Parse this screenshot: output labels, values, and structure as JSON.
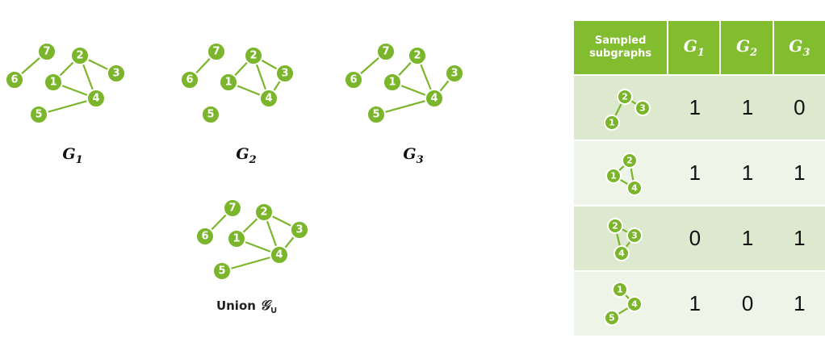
{
  "graphs": [
    {
      "label": "G",
      "sub": "1"
    },
    {
      "label": "G",
      "sub": "2"
    },
    {
      "label": "G",
      "sub": "3"
    }
  ],
  "union": {
    "prefix": "Union ",
    "symbol": "𝒢",
    "sub": "∪"
  },
  "node_labels": [
    "1",
    "2",
    "3",
    "4",
    "5",
    "6",
    "7"
  ],
  "table": {
    "header_line1": "Sampled",
    "header_line2": "subgraphs",
    "columns": [
      {
        "label": "G",
        "sub": "1"
      },
      {
        "label": "G",
        "sub": "2"
      },
      {
        "label": "G",
        "sub": "3"
      }
    ],
    "rows": [
      {
        "subgraph": "1-2-3 path",
        "nodes": [
          "2",
          "3",
          "1"
        ],
        "values": [
          "1",
          "1",
          "0"
        ]
      },
      {
        "subgraph": "1-2-4 triangle",
        "nodes": [
          "2",
          "1",
          "4"
        ],
        "values": [
          "1",
          "1",
          "1"
        ]
      },
      {
        "subgraph": "2-3-4 triangle",
        "nodes": [
          "2",
          "3",
          "4"
        ],
        "values": [
          "0",
          "1",
          "1"
        ]
      },
      {
        "subgraph": "1-4-5 path",
        "nodes": [
          "1",
          "4",
          "5"
        ],
        "values": [
          "1",
          "0",
          "1"
        ]
      }
    ]
  },
  "colors": {
    "node": "#7bb52b",
    "header": "#82bc2f",
    "row_dark": "#dde9cf",
    "row_light": "#eef4e8"
  }
}
